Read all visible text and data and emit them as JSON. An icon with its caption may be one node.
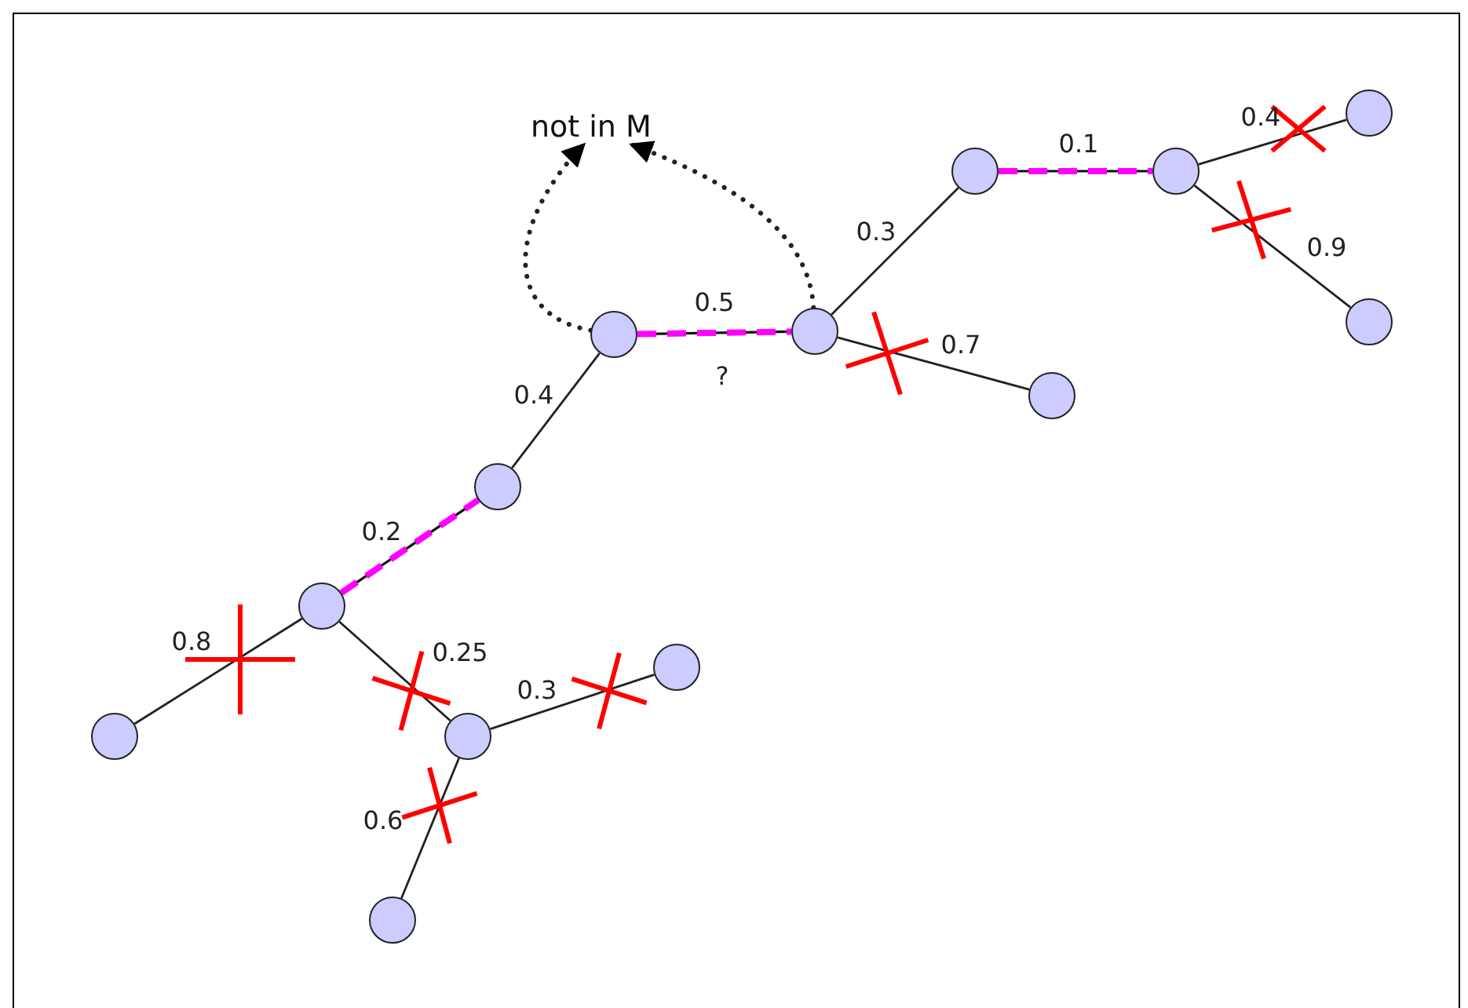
{
  "diagram": {
    "nodes": [
      {
        "text": [],
        "shape": "circle"
      },
      {
        "text": [],
        "shape": "circle"
      },
      {
        "text": [],
        "shape": "circle"
      },
      {
        "text": [],
        "shape": "circle"
      },
      {
        "text": [],
        "shape": "circle"
      },
      {
        "text": [],
        "shape": "circle"
      },
      {
        "text": [],
        "shape": "circle"
      },
      {
        "text": [],
        "shape": "circle"
      },
      {
        "text": [],
        "shape": "circle"
      },
      {
        "text": [],
        "shape": "circle"
      },
      {
        "text": [],
        "shape": "circle"
      },
      {
        "text": [],
        "shape": "circle"
      },
      {
        "text": [],
        "shape": "circle"
      },
      {
        "text": [
          "not in M"
        ]
      }
    ],
    "edges": [
      {
        "from": 0,
        "to": 1,
        "arrow": "none",
        "label": "0.1",
        "style": "dashed",
        "color": "#ff00ff"
      },
      {
        "from": 1,
        "to": 2,
        "arrow": "none",
        "label": "0.4"
      },
      {
        "from": 1,
        "to": 3,
        "arrow": "none",
        "label": "0.9"
      },
      {
        "from": 5,
        "to": 0,
        "arrow": "none",
        "label": "0.3"
      },
      {
        "from": 4,
        "to": 5,
        "arrow": "none",
        "label": "0.5",
        "style": "dashed",
        "color": "#ff00ff"
      },
      {
        "from": 5,
        "to": 6,
        "arrow": "none",
        "label": "0.7"
      },
      {
        "from": 7,
        "to": 4,
        "arrow": "none",
        "label": "0.4"
      },
      {
        "from": 8,
        "to": 7,
        "arrow": "none",
        "label": "0.2",
        "style": "dashed",
        "color": "#ff00ff"
      },
      {
        "from": 8,
        "to": 9,
        "arrow": "none",
        "label": "0.8"
      },
      {
        "from": 8,
        "to": 10,
        "arrow": "none",
        "label": "0.25"
      },
      {
        "from": 10,
        "to": 11,
        "arrow": "none",
        "label": "0.3"
      },
      {
        "from": 10,
        "to": 12,
        "arrow": "none",
        "label": "0.6"
      },
      {
        "from": 4,
        "to": 13,
        "arrow": "to",
        "style": "dashed"
      },
      {
        "from": 5,
        "to": 13,
        "arrow": "to",
        "style": "dashed"
      }
    ],
    "labels": [
      "?"
    ]
  }
}
